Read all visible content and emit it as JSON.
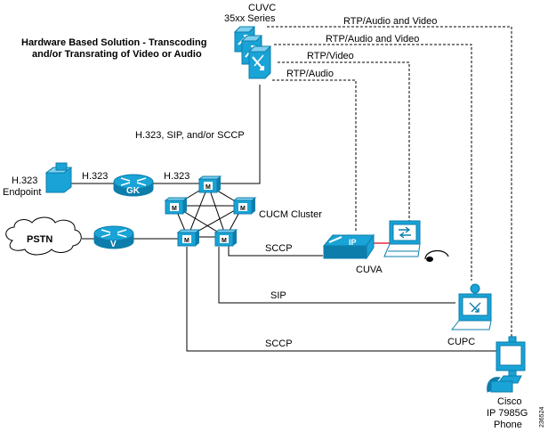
{
  "colors": {
    "device_blue": "#19a3d6",
    "device_dark": "#0d7eab",
    "line": "#000000",
    "link_red": "#e0001a"
  },
  "title_note": {
    "line1": "Hardware Based Solution - Transcoding",
    "line2": "and/or Transrating of Video or Audio"
  },
  "cuvc": {
    "line1": "CUVC",
    "line2": "35xx Series"
  },
  "media_links": [
    {
      "label": "RTP/Audio and Video"
    },
    {
      "label": "RTP/Audio and Video"
    },
    {
      "label": "RTP/Video"
    },
    {
      "label": "RTP/Audio"
    }
  ],
  "signaling_label": "H.323, SIP, and/or SCCP",
  "h323_endpoint": {
    "line1": "H.323",
    "line2": "Endpoint"
  },
  "h323_links": [
    {
      "label": "H.323"
    },
    {
      "label": "H.323"
    }
  ],
  "gatekeeper": {
    "icon_text": "GK"
  },
  "cluster": {
    "label": "CUCM Cluster",
    "node_icon_text": "M"
  },
  "pstn": {
    "label": "PSTN"
  },
  "voice_gateway": {
    "icon_text": "V"
  },
  "cuva": {
    "label": "CUVA",
    "phone_icon_text": "IP",
    "link_label": "SCCP"
  },
  "cupc": {
    "label": "CUPC",
    "link_label": "SIP"
  },
  "cisco_phone": {
    "line1": "Cisco",
    "line2": "IP 7985G",
    "line3": "Phone",
    "link_label": "SCCP"
  },
  "figure_id": "236524"
}
